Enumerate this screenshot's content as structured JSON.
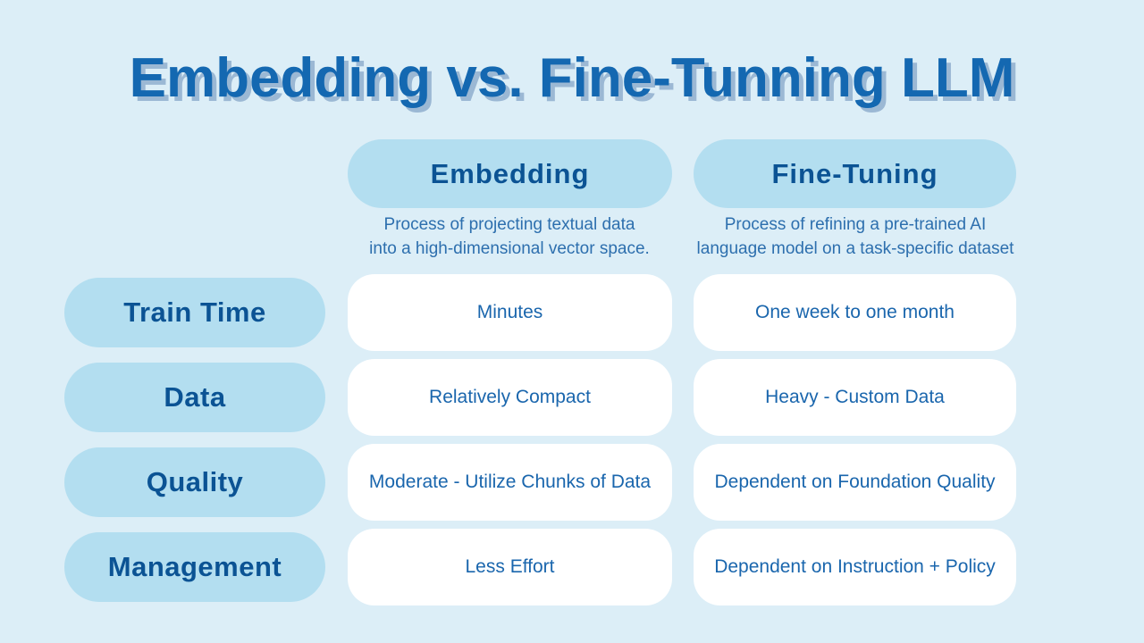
{
  "slide": {
    "title": "Embedding vs. Fine-Tunning LLM"
  },
  "columns": [
    {
      "name": "Embedding",
      "desc_lines": [
        "Process of projecting textual data",
        "into a high-dimensional vector space."
      ]
    },
    {
      "name": "Fine-Tuning",
      "desc_lines": [
        "Process of refining a pre-trained AI",
        "language model on a task-specific dataset"
      ]
    }
  ],
  "rows": [
    {
      "label": "Train Time",
      "embedding": "Minutes",
      "fine_tuning": "One week to one month"
    },
    {
      "label": "Data",
      "embedding": "Relatively Compact",
      "fine_tuning": "Heavy - Custom Data"
    },
    {
      "label": "Quality",
      "embedding": "Moderate - Utilize Chunks of Data",
      "fine_tuning": "Dependent on Foundation Quality"
    },
    {
      "label": "Management",
      "embedding": "Less Effort",
      "fine_tuning": "Dependent on Instruction + Policy"
    }
  ],
  "colors": {
    "background": "#dceef7",
    "pill_blue": "#b3def0",
    "title_blue": "#1468b1",
    "title_shadow": "#9bb8d4",
    "dark_blue_text": "#0b5394",
    "body_blue_text": "#2d6fae",
    "cell_blue_text": "#1a66ad",
    "cell_background": "#ffffff"
  }
}
